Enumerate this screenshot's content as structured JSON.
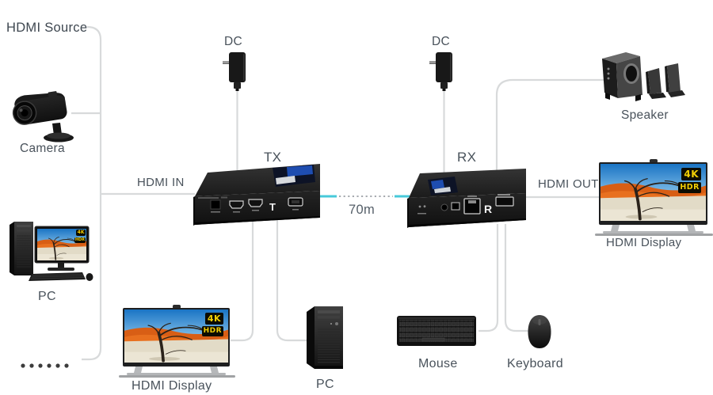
{
  "diagram": {
    "labels": {
      "hdmi_source": "HDMI Source",
      "camera": "Camera",
      "pc_source": "PC",
      "dc_left": "DC",
      "dc_right": "DC",
      "tx": "TX",
      "rx": "RX",
      "hdmi_in": "HDMI IN",
      "hdmi_out": "HDMI OUT",
      "distance": "70m",
      "speaker": "Speaker",
      "display_right": "HDMI Display",
      "display_bottom": "HDMI Display",
      "pc_bottom": "PC",
      "mouse": "Mouse",
      "keyboard": "Keyboard"
    },
    "device_marks": {
      "tx_port": "T",
      "rx_port": "R"
    },
    "badge": {
      "res": "4K",
      "hdr": "HDR"
    },
    "colors": {
      "link_cyan": "#47c9da",
      "line_gray": "#d8dadb",
      "label_text": "#49525b",
      "badge_yellow": "#f2cf05",
      "badge_black": "#0c0c02"
    }
  }
}
